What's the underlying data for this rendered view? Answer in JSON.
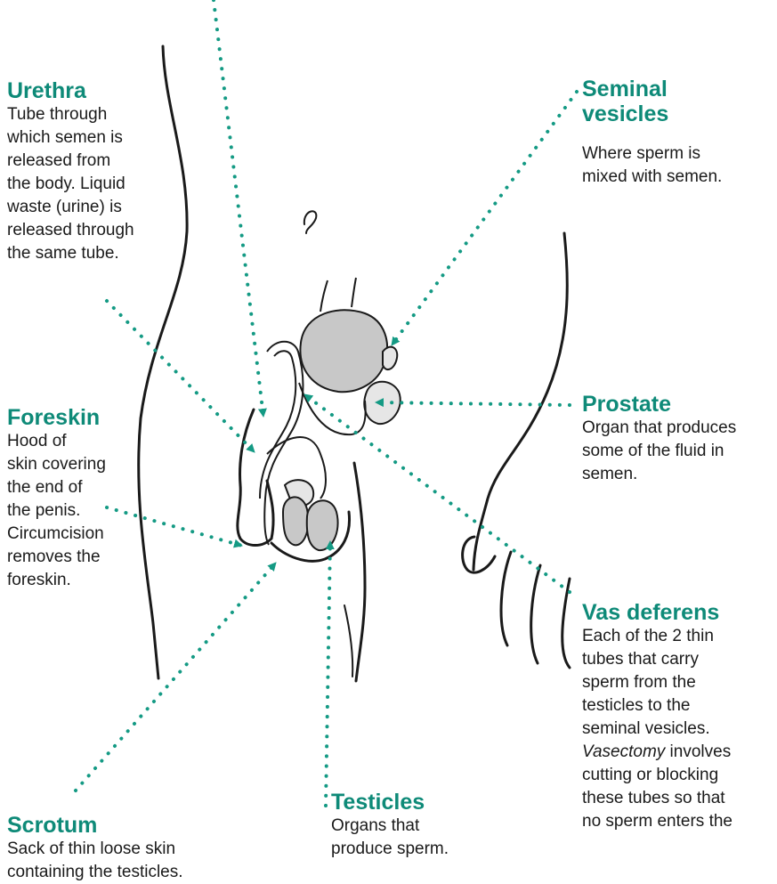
{
  "colors": {
    "heading": "#0e8a78",
    "arrow": "#149a84",
    "outline": "#1a1a1a",
    "organ_fill": "#c8c8c8",
    "organ_light": "#e6e6e6"
  },
  "labels": {
    "urethra": {
      "title": "Urethra",
      "text": "Tube through\nwhich semen is\nreleased from\nthe body. Liquid\nwaste (urine) is\nreleased through\nthe same tube."
    },
    "seminal_vesicles": {
      "title": "Seminal\nvesicles",
      "text": "Where sperm is\nmixed with semen."
    },
    "foreskin": {
      "title": "Foreskin",
      "text": "Hood of\nskin covering\nthe end of\nthe penis.\nCircumcision\nremoves the\nforeskin."
    },
    "prostate": {
      "title": "Prostate",
      "text": "Organ that produces\nsome of the fluid in\nsemen."
    },
    "vas_deferens": {
      "title": "Vas deferens",
      "text": "Each of the 2 thin\ntubes that carry\nsperm from the\ntesticles to the\nseminal vesicles.",
      "text_italic": "Vasectomy",
      "text_after": " involves\ncutting or blocking\nthese tubes so that\nno sperm enters the"
    },
    "scrotum": {
      "title": "Scrotum",
      "text": "Sack of thin loose skin\ncontaining the testicles."
    },
    "testicles": {
      "title": "Testicles",
      "text": "Organs that\nproduce sperm."
    }
  }
}
